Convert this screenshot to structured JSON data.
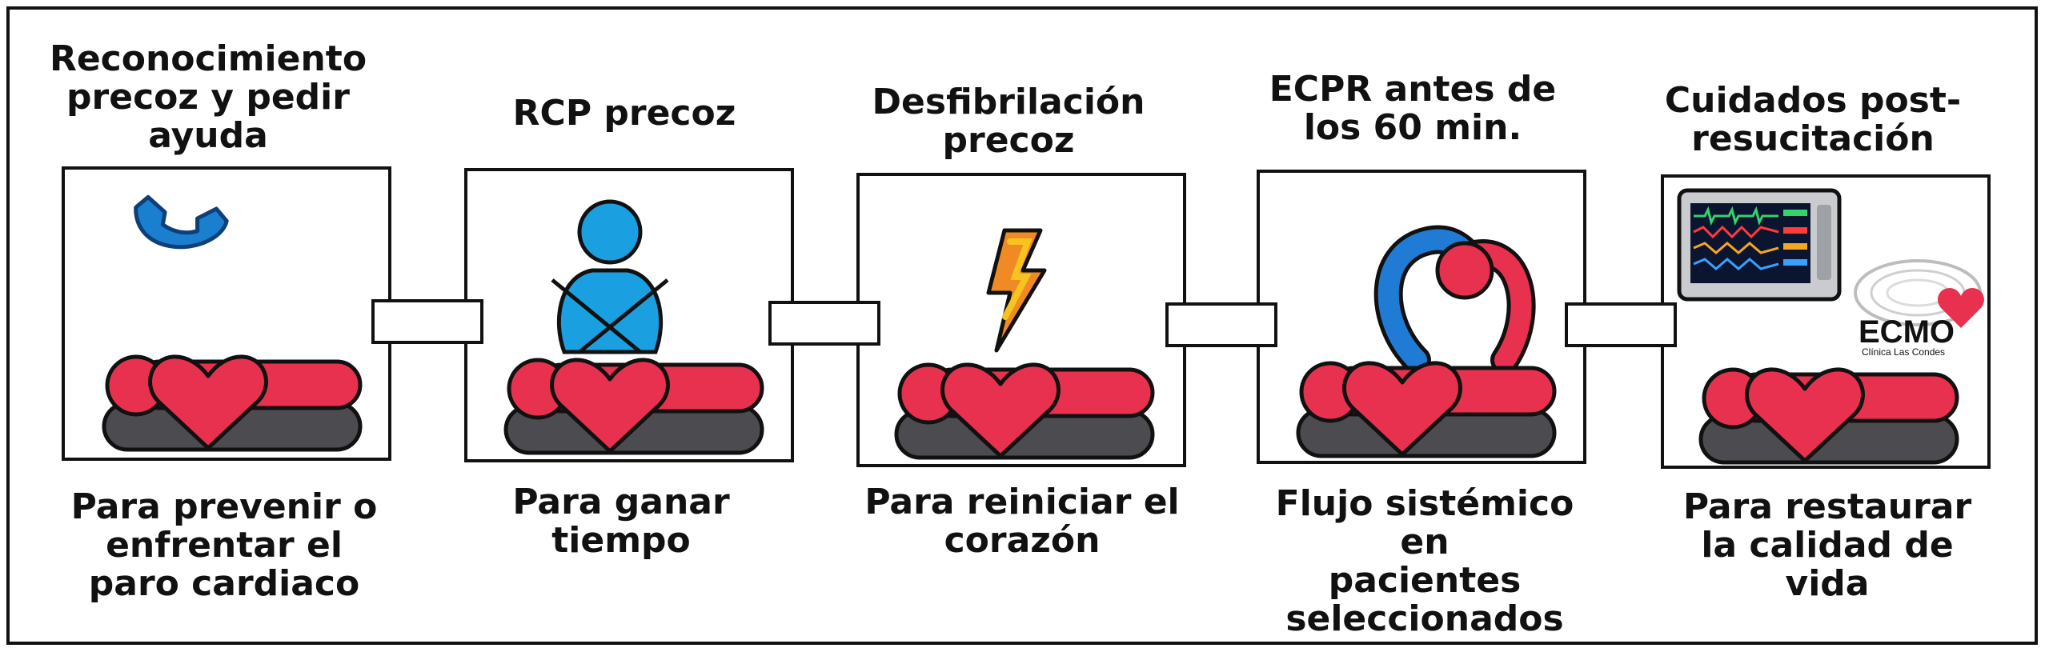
{
  "colors": {
    "patient_red": "#e8314f",
    "mattress_gray": "#4b4b50",
    "outline": "#111111",
    "phone_blue": "#1b7fd0",
    "rescuer_blue": "#1aa0e0",
    "bolt_orange": "#f08a24",
    "bolt_yellow": "#f7c41f",
    "loop_blue": "#1f7bd4"
  },
  "steps": [
    {
      "title": "Reconocimiento\nprecoz y pedir\nayuda",
      "caption": "Para prevenir o\nenfrentar el\nparo cardiaco",
      "icon": "phone-icon"
    },
    {
      "title": "RCP precoz",
      "caption": "Para ganar\ntiempo",
      "icon": "rescuer-icon"
    },
    {
      "title": "Desfibrilación\nprecoz",
      "caption": "Para reiniciar el\ncorazón",
      "icon": "lightning-bolt-icon"
    },
    {
      "title": "ECPR antes de\nlos 60 min.",
      "caption": "Flujo sistémico en\npacientes\nseleccionados",
      "icon": "circulation-loop-icon"
    },
    {
      "title": "Cuidados post-\nresucitación",
      "caption": "Para restaurar\nla calidad de\nvida",
      "icon": "vital-monitor-icon",
      "logo": {
        "name": "ECMO",
        "subtitle": "Clínica Las Condes"
      }
    }
  ]
}
